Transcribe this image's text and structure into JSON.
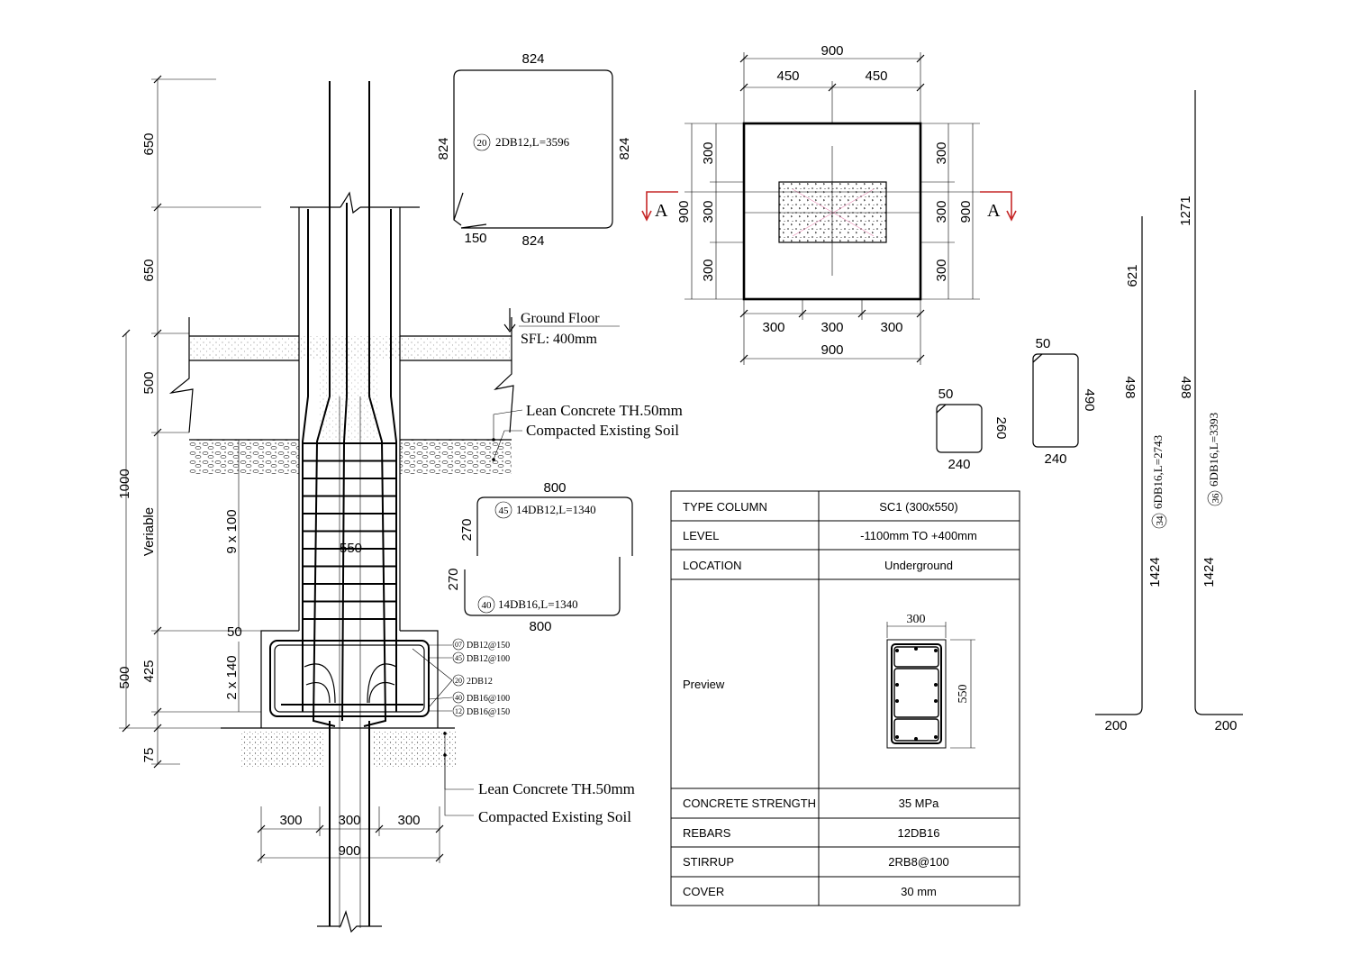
{
  "elevation": {
    "dims_left": [
      "650",
      "650",
      "500",
      "1000",
      "Veriable",
      "500",
      "425",
      "75",
      "50",
      "9 x 100",
      "2 x 140"
    ],
    "col_width": "550",
    "ground_floor": "Ground Floor",
    "sfl": "SFL: 400mm",
    "lean_upper": "Lean Concrete TH.50mm",
    "soil_upper": "Compacted Existing Soil",
    "lean_lower": "Lean Concrete TH.50mm",
    "soil_lower": "Compacted Existing Soil",
    "bottom_dims": [
      "300",
      "300",
      "300"
    ],
    "bottom_total": "900",
    "bar_labels": [
      {
        "mark": "07",
        "text": "DB12@150"
      },
      {
        "mark": "45",
        "text": "DB12@100"
      },
      {
        "mark": "20",
        "text": "2DB12"
      },
      {
        "mark": "40",
        "text": "DB16@100"
      },
      {
        "mark": "12",
        "text": "DB16@150"
      }
    ]
  },
  "stirrup_top": {
    "top": "824",
    "bottom": "824",
    "left": "824",
    "right": "824",
    "hook": "150",
    "mark": "20",
    "label": "2DB12,L=3596"
  },
  "bars_u": {
    "top_width": "800",
    "bottom_width": "800",
    "leg_top": "270",
    "leg_bottom": "270",
    "mark_top": "45",
    "label_top": "14DB12,L=1340",
    "mark_bottom": "40",
    "label_bottom": "14DB16,L=1340"
  },
  "plan": {
    "top_total": "900",
    "top_halves": [
      "450",
      "450"
    ],
    "bottom_parts": [
      "300",
      "300",
      "300"
    ],
    "bottom_total": "900",
    "left_parts": [
      "300",
      "300",
      "300"
    ],
    "left_total": "900",
    "right_parts": [
      "300",
      "300",
      "300"
    ],
    "right_total": "900",
    "section_mark": "A"
  },
  "small_stirrups": {
    "a": {
      "hook": "50",
      "height": "260",
      "width": "240"
    },
    "b": {
      "hook": "50",
      "height": "490",
      "width": "240"
    }
  },
  "long_bars": {
    "bar34": {
      "mark": "34",
      "label": "6DB16,L=2743",
      "top": "621",
      "mid": "498",
      "low": "1424",
      "foot": "200"
    },
    "bar36": {
      "mark": "36",
      "label": "6DB16,L=3393",
      "top": "1271",
      "mid": "498",
      "low": "1424",
      "foot": "200"
    }
  },
  "table": {
    "rows": [
      {
        "label": "TYPE COLUMN",
        "value": "SC1 (300x550)"
      },
      {
        "label": "LEVEL",
        "value": "-1100mm TO +400mm"
      },
      {
        "label": "LOCATION",
        "value": "Underground"
      },
      {
        "label": "Preview",
        "value": ""
      },
      {
        "label": "CONCRETE STRENGTH",
        "value": "35 MPa"
      },
      {
        "label": "REBARS",
        "value": "12DB16"
      },
      {
        "label": "STIRRUP",
        "value": "2RB8@100"
      },
      {
        "label": "COVER",
        "value": "30 mm"
      }
    ],
    "preview_width": "300",
    "preview_height": "550"
  },
  "colors": {
    "section_arrow": "#c62828",
    "line": "#000000"
  }
}
